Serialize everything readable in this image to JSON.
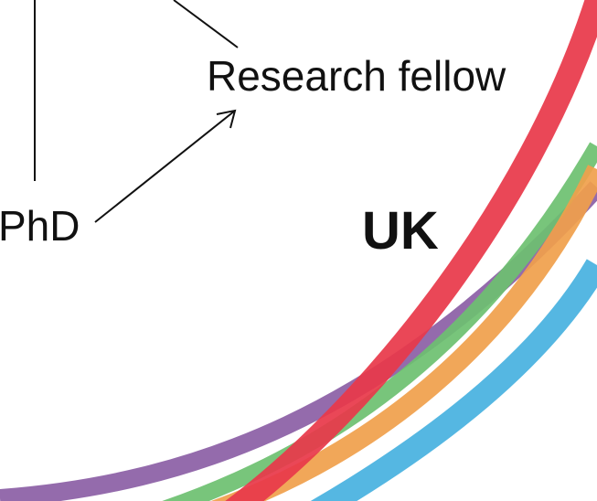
{
  "nodes": {
    "research_fellow": "Research fellow",
    "phd": "PhD",
    "country": "UK"
  },
  "swoosh": {
    "stripes": [
      {
        "name": "purple-stripe",
        "color": "#8e63a8"
      },
      {
        "name": "green-stripe",
        "color": "#6cc070"
      },
      {
        "name": "orange-stripe",
        "color": "#f0a04b"
      },
      {
        "name": "blue-stripe",
        "color": "#4cb3e0"
      },
      {
        "name": "red-stripe",
        "color": "#e8394a"
      }
    ]
  },
  "colors": {
    "background": "#ffffff",
    "text": "#111111",
    "connector": "#111111"
  }
}
